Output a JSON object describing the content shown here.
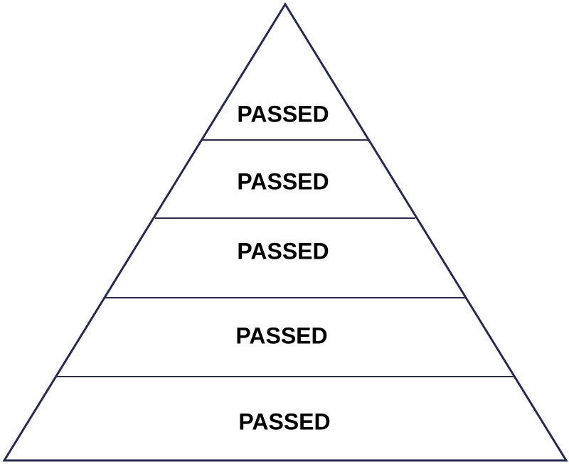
{
  "pyramid": {
    "stroke_color": "#262a55",
    "fill_color": "#ffffff",
    "levels": [
      {
        "label": "PASSED"
      },
      {
        "label": "PASSED"
      },
      {
        "label": "PASSED"
      },
      {
        "label": "PASSED"
      },
      {
        "label": "PASSED"
      }
    ]
  }
}
